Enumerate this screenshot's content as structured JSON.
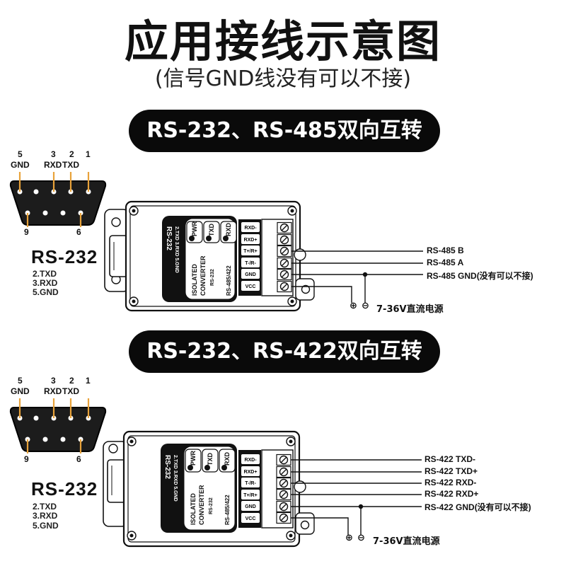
{
  "title": "应用接线示意图",
  "subtitle": "(信号GND线没有可以不接)",
  "sections": [
    {
      "heading": "RS-232、RS-485双向互转",
      "db9": {
        "pins_top": [
          {
            "num": "5",
            "name": "GND"
          },
          {
            "num": "3",
            "name": "RXD"
          },
          {
            "num": "2",
            "name": "TXD"
          },
          {
            "num": "1",
            "name": ""
          }
        ],
        "pins_bottom": [
          "9",
          "6"
        ],
        "label": "RS-232",
        "pin_list": [
          "2.TXD",
          "3.RXD",
          "5.GND"
        ]
      },
      "module": {
        "leds": [
          "PWR",
          "TXD",
          "RXD"
        ],
        "side_text": [
          "RS-232",
          "2.TXD 3.RXD 5.GND"
        ],
        "center_text": [
          "ISOLATED",
          "CONVERTER",
          "RS-232",
          "RS-485/422"
        ],
        "terminals": [
          "RXD-",
          "RXD+",
          "T+/R+",
          "T-/R-",
          "GND",
          "VCC"
        ]
      },
      "wires": [
        "RS-485 B",
        "RS-485 A",
        "RS-485 GND(没有可以不接)"
      ],
      "power": {
        "plus": "⊕",
        "minus": "⊖",
        "label": "7-36V直流电源"
      }
    },
    {
      "heading": "RS-232、RS-422双向互转",
      "db9": {
        "pins_top": [
          {
            "num": "5",
            "name": "GND"
          },
          {
            "num": "3",
            "name": "RXD"
          },
          {
            "num": "2",
            "name": "TXD"
          },
          {
            "num": "1",
            "name": ""
          }
        ],
        "pins_bottom": [
          "9",
          "6"
        ],
        "label": "RS-232",
        "pin_list": [
          "2.TXD",
          "3.RXD",
          "5.GND"
        ]
      },
      "module": {
        "leds": [
          "PWR",
          "TXD",
          "RXD"
        ],
        "side_text": [
          "RS-232",
          "2.TXD 3.RXD 5.GND"
        ],
        "center_text": [
          "ISOLATED",
          "CONVERTER",
          "RS-232",
          "RS-485/422"
        ],
        "terminals": [
          "RXD-",
          "RXD+",
          "T-/R-",
          "T+/R+",
          "GND",
          "VCC"
        ]
      },
      "wires": [
        "RS-422 TXD-",
        "RS-422 TXD+",
        "RS-422 RXD-",
        "RS-422 RXD+",
        "RS-422 GND(没有可以不接)"
      ],
      "power": {
        "plus": "⊕",
        "minus": "⊖",
        "label": "7-36V直流电源"
      }
    }
  ]
}
